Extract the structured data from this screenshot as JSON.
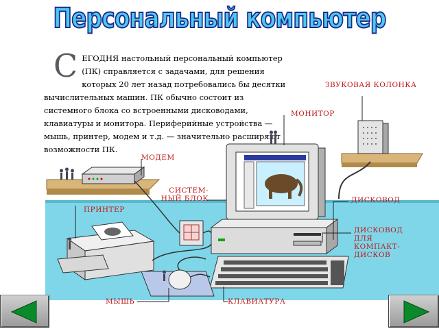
{
  "title": "Персональный компьютер",
  "intro": {
    "dropcap": "С",
    "text": "ЕГОДНЯ настольный персональный компьютер (ПК) справляется с задачами, для решения которых 20 лет назад потребовались бы десятки вычислительных машин. ПК обычно состоит из системного блока со встроенными дисководами, клавиатуры и монитора. Периферийные устройства — мышь, принтер, модем и т.д. — значительно расширяют возможности ПК."
  },
  "labels": {
    "speaker": "ЗВУКОВАЯ КОЛОНКА",
    "monitor": "МОНИТОР",
    "modem": "МОДЕМ",
    "system_unit": "СИСТЕМ-НЫЙ БЛОК",
    "floppy": "ДИСКОВОД",
    "printer": "ПРИНТЕР",
    "cd_drive": "ДИСКОВОД ДЛЯ КОМПАКТ-ДИСКОВ",
    "mouse": "МЫШЬ",
    "keyboard": "КЛАВИАТУРА"
  },
  "nav": {
    "prev_icon": "arrow-left-icon",
    "next_icon": "arrow-right-icon",
    "arrow_color": "#0a8a2a"
  }
}
